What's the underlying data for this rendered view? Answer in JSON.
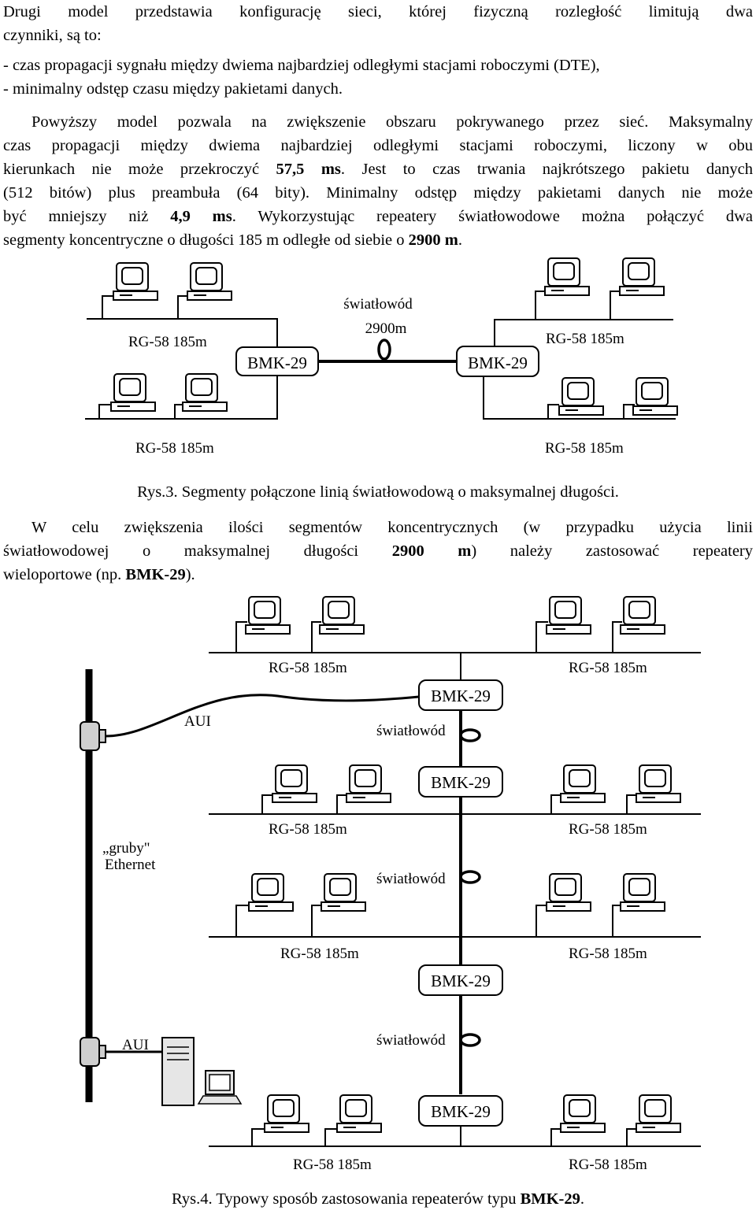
{
  "intro": {
    "line1": "Drugi model przedstawia konfigurację sieci, której fizyczną rozległość limitują dwa",
    "line2": "czynniki, są to:",
    "bullet1": "-  czas propagacji sygnału między dwiema najbardziej odległymi stacjami roboczymi (DTE),",
    "bullet2": "-  minimalny odstęp czasu między pakietami danych."
  },
  "para1": {
    "l1": "Powyższy model pozwala na zwiększenie obszaru pokrywanego przez sieć. Maksymalny",
    "l2": "czas propagacji między dwiema najbardziej odległymi stacjami roboczymi, liczony w obu",
    "l3a": "kierunkach nie może przekroczyć ",
    "l3b": "57,5 ms",
    "l3c": ". Jest to czas trwania najkrótszego pakietu danych",
    "l4": "(512 bitów) plus preambuła (64 bity). Minimalny odstęp między pakietami danych nie może",
    "l5a": "być mniejszy niż ",
    "l5b": "4,9 ms",
    "l5c": ". Wykorzystując repeatery światłowodowe można połączyć dwa",
    "l6a": "segmenty koncentryczne o długości 185 m odległe od siebie o ",
    "l6b": "2900 m",
    "l6c": "."
  },
  "fig3": {
    "fiber_label": "światłowód",
    "fiber_length": "2900m",
    "bmk": "BMK-29",
    "seg": "RG-58  185m",
    "caption": "Rys.3. Segmenty połączone linią światłowodową o maksymalnej długości."
  },
  "para2": {
    "l1": "W celu zwiększenia ilości segmentów koncentrycznych (w przypadku użycia linii",
    "l2a": "światłowodowej  o  maksymalnej  długości  ",
    "l2b": "2900 m",
    "l2c": ")  należy  zastosować  repeatery",
    "l3a": "wieloportowe (np. ",
    "l3b": "BMK-29",
    "l3c": ")."
  },
  "fig4": {
    "aui": "AUI",
    "thick_1": "„gruby\"",
    "thick_2": "Ethernet",
    "fiber_label": "światłowód",
    "bmk": "BMK-29",
    "seg": "RG-58  185m",
    "caption_a": "Rys.4. Typowy sposób zastosowania repeaterów typu ",
    "caption_b": "BMK-29",
    "caption_c": "."
  }
}
